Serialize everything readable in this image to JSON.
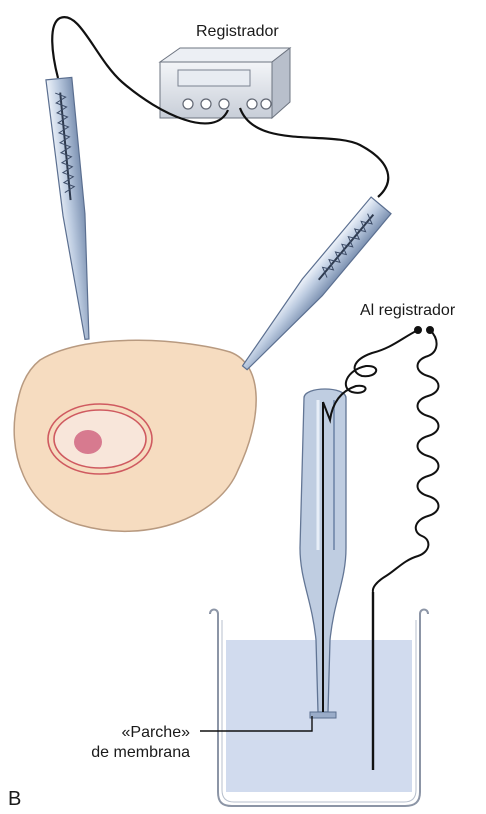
{
  "labels": {
    "recorder": "Registrador",
    "to_recorder": "Al registrador",
    "patch_line1": "«Parche»",
    "patch_line2": "de membrana",
    "panel": "B"
  },
  "colors": {
    "cell_fill": "#f6dcc0",
    "cell_stroke": "#b89a80",
    "nucleus_ring": "#cf5a60",
    "nucleolus": "#d77a8f",
    "pipette_fill": "#bccbe0",
    "pipette_stroke": "#5b6f90",
    "bath_liquid": "#c9d5eb",
    "recorder_body": "#dfe3ea",
    "wire": "#111111"
  }
}
